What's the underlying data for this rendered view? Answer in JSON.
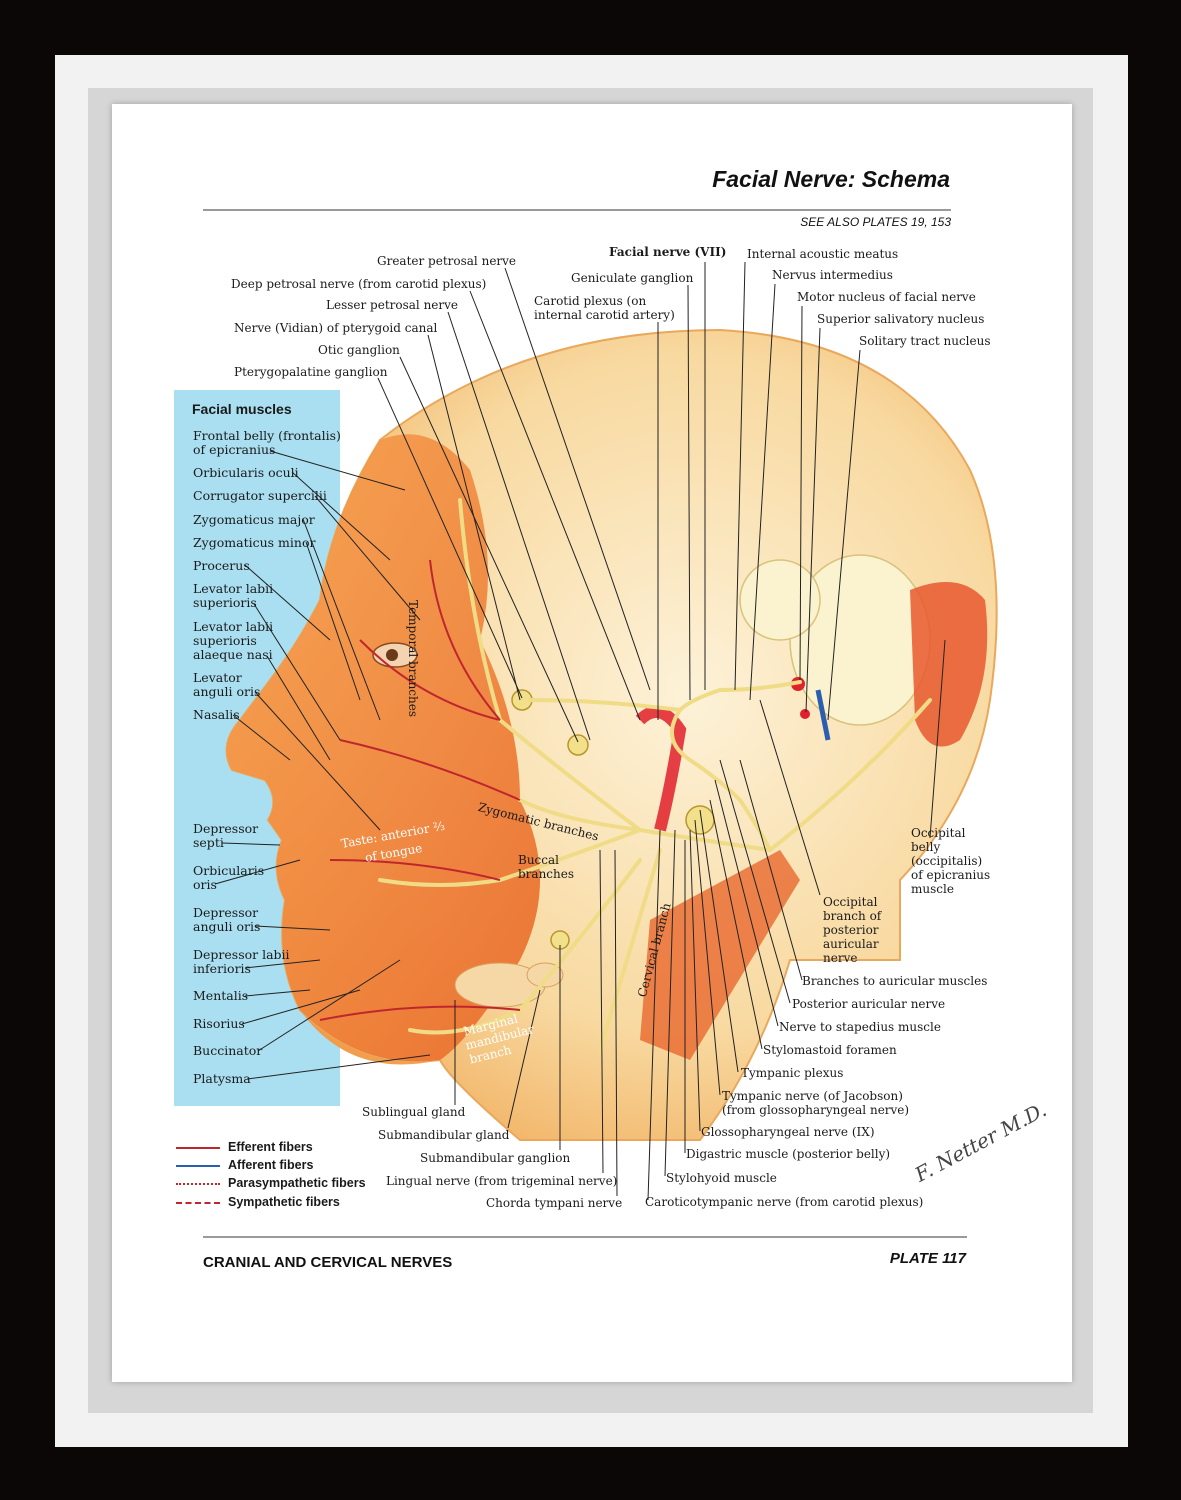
{
  "header": {
    "title": "Facial Nerve: Schema",
    "see_also": "SEE ALSO PLATES 19, 153"
  },
  "top_labels": [
    "Greater petrosal nerve",
    "Deep petrosal nerve (from carotid plexus)",
    "Lesser petrosal nerve",
    "Nerve (Vidian) of pterygoid canal",
    "Otic ganglion",
    "Pterygopalatine ganglion",
    "Facial nerve (VII)",
    "Geniculate ganglion",
    "Carotid plexus (on",
    "internal carotid artery)",
    "Internal acoustic meatus",
    "Nervus intermedius",
    "Motor nucleus of facial nerve",
    "Superior salivatory nucleus",
    "Solitary tract nucleus"
  ],
  "facial_muscles": {
    "title": "Facial muscles",
    "items": [
      "Frontal belly (frontalis)\nof epicranius",
      "Orbicularis oculi",
      "Corrugator supercilii",
      "Zygomaticus major",
      "Zygomaticus minor",
      "Procerus",
      "Levator labii\nsuperioris",
      "Levator labii\nsuperioris\nalaeque nasi",
      "Levator\nanguli oris",
      "Nasalis",
      "Depressor\nsepti",
      "Orbicularis\noris",
      "Depressor\nanguli oris",
      "Depressor labii\ninferioris",
      "Mentalis",
      "Risorius",
      "Buccinator",
      "Platysma"
    ]
  },
  "in_figure_labels": [
    "Temporal branches",
    "Zygomatic branches",
    "Taste: anterior ⅔",
    "of tongue",
    "Buccal",
    "branches",
    "Cervical branch",
    "Marginal",
    "mandibular",
    "branch"
  ],
  "right_labels": [
    "Occipital",
    "belly",
    "(occipitalis)",
    "of epicranius",
    "muscle",
    "Occipital",
    "branch of",
    "posterior",
    "auricular",
    "nerve",
    "Branches to auricular muscles",
    "Posterior auricular nerve",
    "Nerve to stapedius muscle",
    "Stylomastoid foramen",
    "Tympanic plexus",
    "Tympanic nerve (of Jacobson)",
    "(from glossopharyngeal nerve)",
    "Glossopharyngeal nerve (IX)",
    "Digastric muscle (posterior belly)",
    "Stylohyoid muscle",
    "Caroticotympanic nerve (from carotid plexus)"
  ],
  "bottom_labels": [
    "Sublingual gland",
    "Submandibular gland",
    "Submandibular ganglion",
    "Lingual nerve (from trigeminal nerve)",
    "Chorda tympani nerve"
  ],
  "legend": [
    {
      "label": "Efferent fibers",
      "color": "#c0262d",
      "style": "solid"
    },
    {
      "label": "Afferent fibers",
      "color": "#2a5fb0",
      "style": "solid"
    },
    {
      "label": "Parasympathetic fibers",
      "color": "#c0262d",
      "style": "dotted"
    },
    {
      "label": "Sympathetic fibers",
      "color": "#c0262d",
      "style": "dashed"
    }
  ],
  "footer": {
    "section": "CRANIAL AND CERVICAL NERVES",
    "plate": "PLATE 117"
  },
  "signature": "F. Netter M.D.",
  "colors": {
    "muscle": "#f08a3a",
    "skin": "#f6c27a",
    "nerve": "#f3e08a",
    "panel": "#a9dff0",
    "mat": "#f2f2f2",
    "outer_frame": "#0b0706"
  }
}
